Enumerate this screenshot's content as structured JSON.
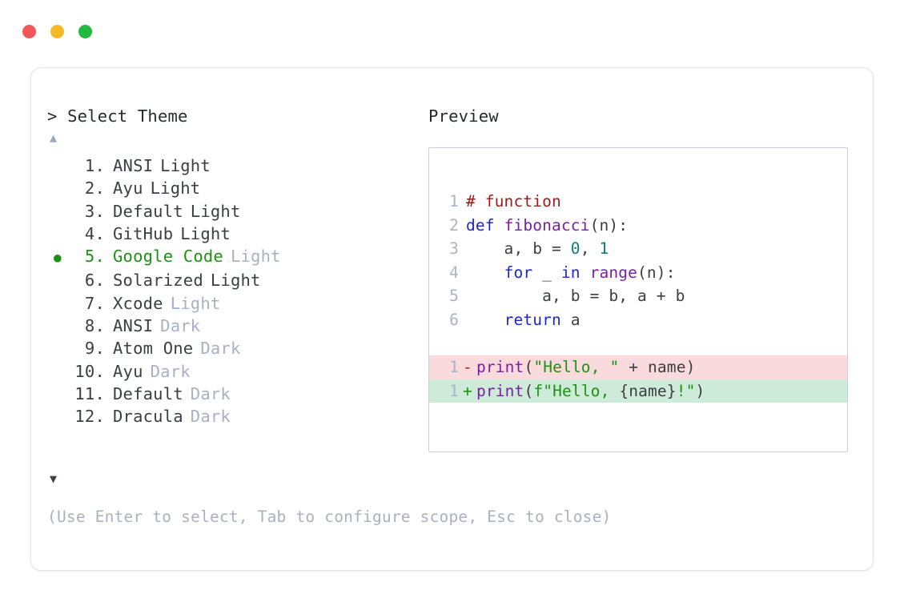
{
  "window": {
    "traffic_lights": [
      {
        "name": "close-button",
        "color": "#F1575B"
      },
      {
        "name": "minimize-button",
        "color": "#F5B928"
      },
      {
        "name": "maximize-button",
        "color": "#22B93E"
      }
    ]
  },
  "left_pane": {
    "prompt": "> Select Theme",
    "scroll_up_glyph": "▲",
    "scroll_down_glyph": "▼",
    "selected_bullet": "●",
    "selected_index": 5,
    "items": [
      {
        "index": "1.",
        "name": "ANSI",
        "variant": "Light",
        "variant_muted": false,
        "selected": false
      },
      {
        "index": "2.",
        "name": "Ayu",
        "variant": "Light",
        "variant_muted": false,
        "selected": false
      },
      {
        "index": "3.",
        "name": "Default",
        "variant": "Light",
        "variant_muted": false,
        "selected": false
      },
      {
        "index": "4.",
        "name": "GitHub",
        "variant": "Light",
        "variant_muted": false,
        "selected": false
      },
      {
        "index": "5.",
        "name": "Google Code",
        "variant": "Light",
        "variant_muted": true,
        "selected": true
      },
      {
        "index": "6.",
        "name": "Solarized",
        "variant": "Light",
        "variant_muted": false,
        "selected": false
      },
      {
        "index": "7.",
        "name": "Xcode",
        "variant": "Light",
        "variant_muted": true,
        "selected": false
      },
      {
        "index": "8.",
        "name": "ANSI",
        "variant": "Dark",
        "variant_muted": true,
        "selected": false
      },
      {
        "index": "9.",
        "name": "Atom One",
        "variant": "Dark",
        "variant_muted": true,
        "selected": false
      },
      {
        "index": "10.",
        "name": "Ayu",
        "variant": "Dark",
        "variant_muted": true,
        "selected": false
      },
      {
        "index": "11.",
        "name": "Default",
        "variant": "Dark",
        "variant_muted": true,
        "selected": false
      },
      {
        "index": "12.",
        "name": "Dracula",
        "variant": "Dark",
        "variant_muted": true,
        "selected": false
      }
    ],
    "footer_hint": "(Use Enter to select, Tab to configure scope, Esc to close)"
  },
  "right_pane": {
    "title": "Preview",
    "code_lines": [
      {
        "lineno": "1",
        "tokens": [
          {
            "text": "# function",
            "type": "comment"
          }
        ]
      },
      {
        "lineno": "2",
        "tokens": [
          {
            "text": "def ",
            "type": "keyword"
          },
          {
            "text": "fibonacci",
            "type": "func"
          },
          {
            "text": "(n):",
            "type": "plain"
          }
        ]
      },
      {
        "lineno": "3",
        "tokens": [
          {
            "text": "    a, b = ",
            "type": "plain"
          },
          {
            "text": "0",
            "type": "number"
          },
          {
            "text": ", ",
            "type": "plain"
          },
          {
            "text": "1",
            "type": "number"
          }
        ]
      },
      {
        "lineno": "4",
        "tokens": [
          {
            "text": "    ",
            "type": "plain"
          },
          {
            "text": "for",
            "type": "keyword"
          },
          {
            "text": " _ ",
            "type": "plain"
          },
          {
            "text": "in",
            "type": "keyword"
          },
          {
            "text": " ",
            "type": "plain"
          },
          {
            "text": "range",
            "type": "func"
          },
          {
            "text": "(n):",
            "type": "plain"
          }
        ]
      },
      {
        "lineno": "5",
        "tokens": [
          {
            "text": "        a, b = b, a + b",
            "type": "plain"
          }
        ]
      },
      {
        "lineno": "6",
        "tokens": [
          {
            "text": "    ",
            "type": "plain"
          },
          {
            "text": "return",
            "type": "keyword"
          },
          {
            "text": " a",
            "type": "plain"
          }
        ]
      }
    ],
    "diff_lines": [
      {
        "lineno": "1",
        "marker": "-",
        "kind": "deletion",
        "tokens": [
          {
            "text": "print",
            "type": "func"
          },
          {
            "text": "(",
            "type": "plain"
          },
          {
            "text": "\"Hello, \"",
            "type": "string"
          },
          {
            "text": " + name)",
            "type": "plain"
          }
        ]
      },
      {
        "lineno": "1",
        "marker": "+",
        "kind": "addition",
        "tokens": [
          {
            "text": "print",
            "type": "func"
          },
          {
            "text": "(",
            "type": "plain"
          },
          {
            "text": "f\"Hello, ",
            "type": "string"
          },
          {
            "text": "{name}",
            "type": "plain"
          },
          {
            "text": "!\"",
            "type": "string"
          },
          {
            "text": ")",
            "type": "plain"
          }
        ]
      }
    ]
  },
  "theme_colors": {
    "accent_green": "#1E9112",
    "muted_gray": "#A8B1C2",
    "text": "#3B3E44",
    "diff_del_bg": "#FADBDD",
    "diff_add_bg": "#CDEBD8",
    "card_border": "#E1E4E9",
    "preview_border": "#C9D0DC"
  }
}
